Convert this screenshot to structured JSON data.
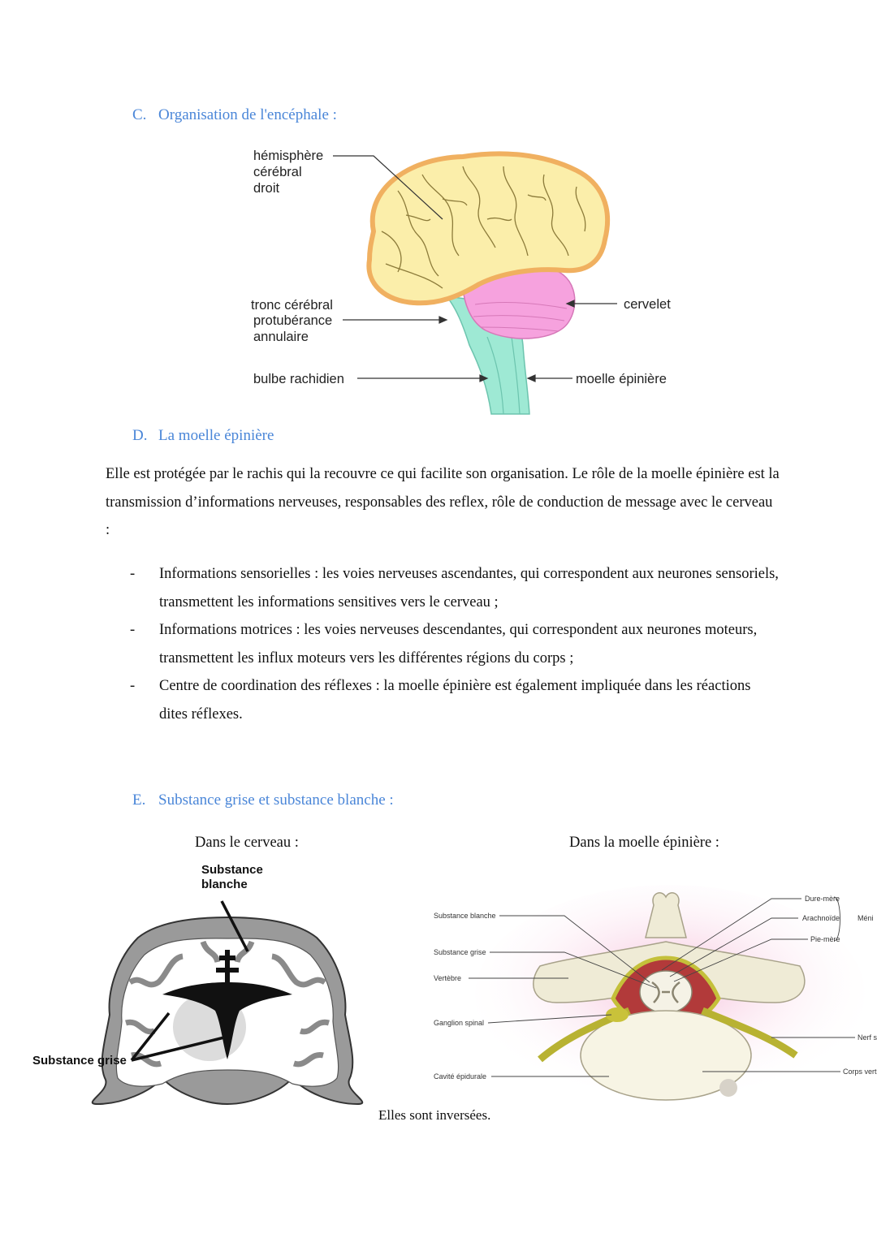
{
  "section_c": {
    "letter": "C.",
    "title": "Organisation de l'encéphale :",
    "figure": {
      "labels": {
        "hemisphere_1": "hémisphère",
        "hemisphere_2": "cérébral",
        "hemisphere_3": "droit",
        "tronc_1": "tronc cérébral",
        "tronc_2": "protubérance",
        "tronc_3": "annulaire",
        "bulbe": "bulbe rachidien",
        "cervelet": "cervelet",
        "moelle": "moelle épinière"
      }
    }
  },
  "section_d": {
    "letter": "D.",
    "title": "La moelle épinière",
    "paragraph": "Elle est protégée par le rachis qui la recouvre ce qui facilite son organisation. Le rôle de la moelle épinière est la transmission d’informations nerveuses, responsables des reflex, rôle de conduction de message avec le cerveau :",
    "bullet_marker": "-",
    "bullets": [
      "Informations sensorielles : les voies nerveuses ascendantes, qui correspondent aux neurones sensoriels, transmettent les informations sensitives vers le cerveau ;",
      "Informations motrices : les voies nerveuses descendantes, qui correspondent aux neurones moteurs, transmettent les influx moteurs vers les différentes régions du corps ;",
      "Centre de coordination des réflexes : la moelle épinière est également impliquée dans les réactions dites réflexes."
    ]
  },
  "section_e": {
    "letter": "E.",
    "title": "Substance grise et substance blanche :",
    "left_caption": "Dans le cerveau :",
    "right_caption": "Dans la moelle épinière :",
    "brain_labels": {
      "blanche_1": "Substance",
      "blanche_2": "blanche",
      "grise": "Substance grise"
    },
    "spine_labels": {
      "substance_blanche": "Substance blanche",
      "substance_grise": "Substance grise",
      "vertebre": "Vertèbre",
      "ganglion": "Ganglion spinal",
      "cavite": "Cavité épidurale",
      "dure_mere": "Dure-mère",
      "arachnoide": "Arachnoïde",
      "pie_mere": "Pie-mère",
      "meninges": "Méni",
      "nerf": "Nerf s",
      "corps": "Corps vert"
    },
    "conclusion": "Elles sont inversées."
  }
}
